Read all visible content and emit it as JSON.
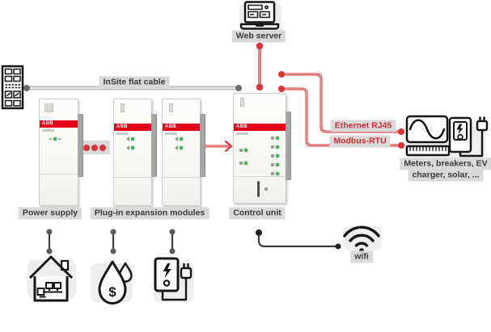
{
  "brand": {
    "logo": "ABB"
  },
  "top": {
    "web_server_label": "Web server"
  },
  "bus": {
    "insite_label": "InSite flat cable"
  },
  "devices": {
    "power_supply": {
      "label": "Power supply"
    },
    "expansion": {
      "label": "Plug-in expansion modules"
    },
    "control_unit": {
      "label": "Control unit"
    }
  },
  "right": {
    "ethernet_label": "Ethernet RJ45",
    "modbus_label": "Modbus-RTU",
    "loads_label_line1": "Meters, breakers, EV",
    "loads_label_line2": "charger, solar, ..."
  },
  "bottom": {
    "wifi_label": "wifi",
    "dollar_symbol": "$"
  },
  "icons": {
    "left": "distribution-board-icon",
    "top": "laptop-server-icon",
    "right_1": "sine-wave-meter-icon",
    "right_2": "ev-charger-plug-icon",
    "bottom_1": "smart-home-icon",
    "bottom_2": "water-drop-dollar-icon",
    "bottom_3": "ev-charger-plug-icon",
    "bottom_4": "wifi-icon"
  },
  "colors": {
    "abb_red": "#e2001a",
    "cable_red": "#d8343a",
    "cable_gray": "#bdbdbd",
    "badge_bg": "#d9d9d9",
    "text": "#3a3a3a",
    "led_green": "#3faf4b",
    "ink": "#151515"
  }
}
